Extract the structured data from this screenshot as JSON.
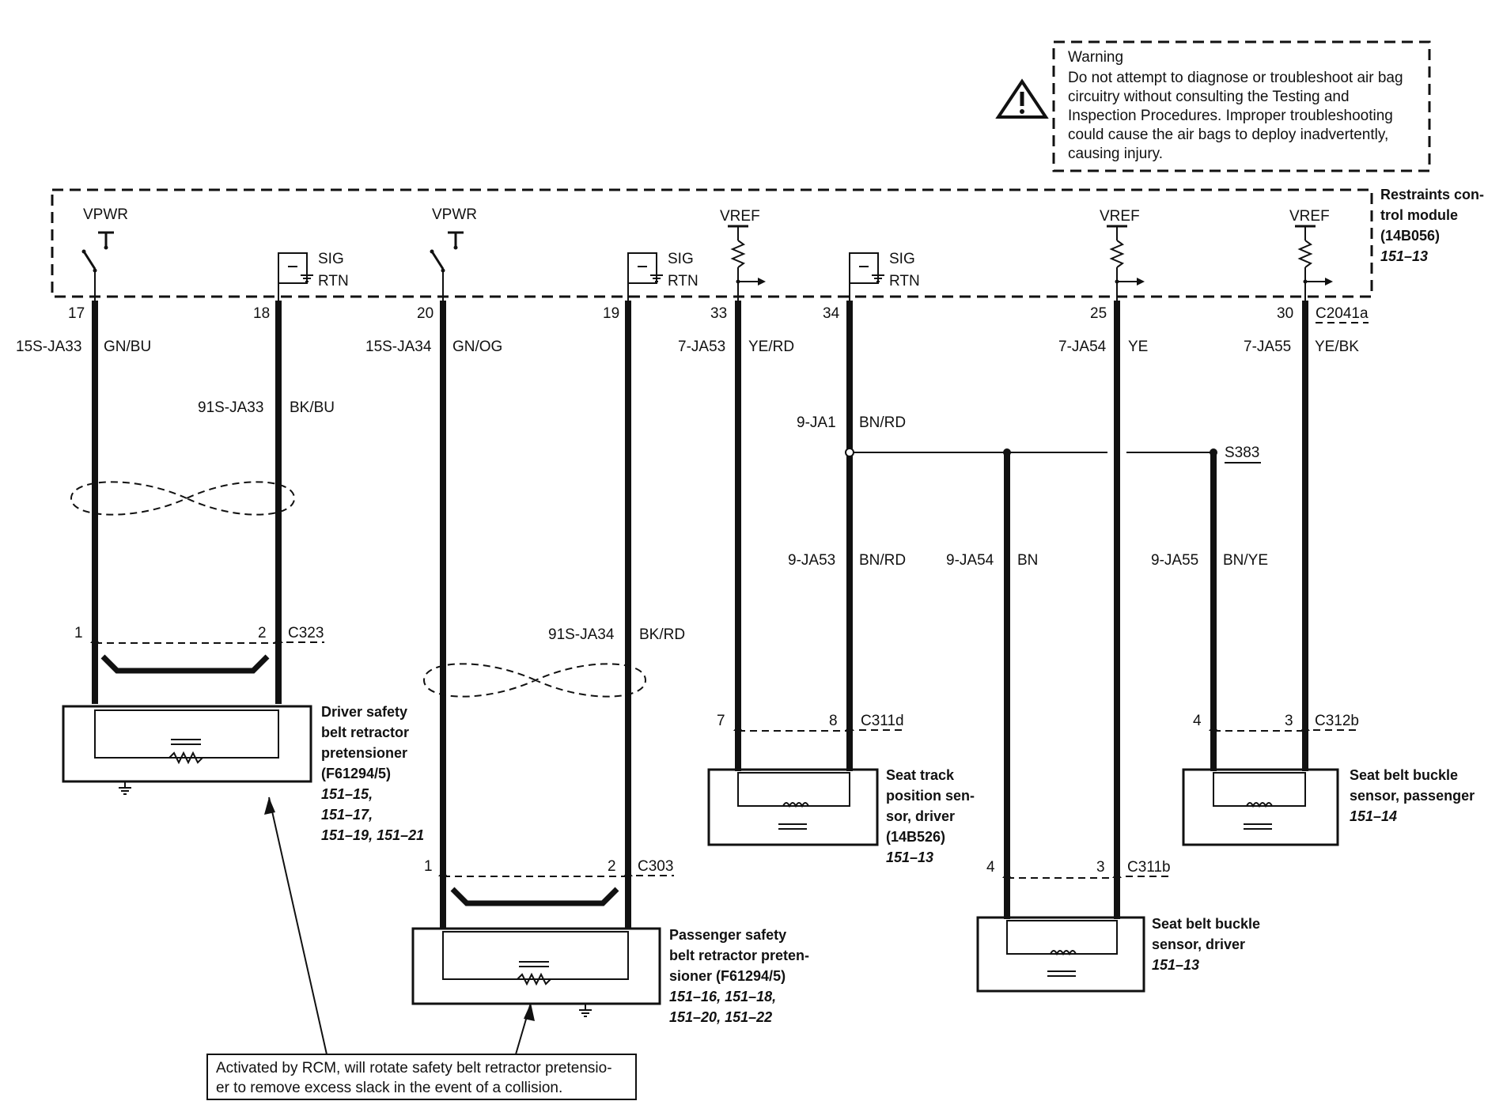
{
  "warning": {
    "title": "Warning",
    "lines": [
      "Do not attempt to diagnose or troubleshoot air bag",
      "circuitry without consulting the Testing and",
      "Inspection Procedures. Improper troubleshooting",
      "could cause the air bags to deploy inadvertently,",
      "causing injury."
    ]
  },
  "module": {
    "lines": [
      "Restraints con-",
      "trol module",
      "(14B056)"
    ],
    "ref": "151–13",
    "connector": "C2041a"
  },
  "labels": {
    "vpwr": "VPWR",
    "vref": "VREF",
    "sig": "SIG",
    "rtn": "RTN",
    "splice": "S383"
  },
  "pins": {
    "p17": "17",
    "p18": "18",
    "p20": "20",
    "p19": "19",
    "p33": "33",
    "p34": "34",
    "p25": "25",
    "p30": "30"
  },
  "circuits": {
    "c1": "15S-JA33",
    "c1_color": "GN/BU",
    "c2": "91S-JA33",
    "c2_color": "BK/BU",
    "c3": "15S-JA34",
    "c3_color": "GN/OG",
    "c4": "91S-JA34",
    "c4_color": "BK/RD",
    "c5": "7-JA53",
    "c5_color": "YE/RD",
    "c6": "9-JA1",
    "c6_color": "BN/RD",
    "c7": "9-JA53",
    "c7_color": "BN/RD",
    "c8": "9-JA54",
    "c8_color": "BN",
    "c9": "7-JA54",
    "c9_color": "YE",
    "c10": "9-JA55",
    "c10_color": "BN/YE",
    "c11": "7-JA55",
    "c11_color": "YE/BK"
  },
  "connectors": {
    "c323": {
      "name": "C323",
      "pin_a": "1",
      "pin_b": "2"
    },
    "c303": {
      "name": "C303",
      "pin_a": "1",
      "pin_b": "2"
    },
    "c311d": {
      "name": "C311d",
      "pin_a": "7",
      "pin_b": "8"
    },
    "c311b": {
      "name": "C311b",
      "pin_a": "4",
      "pin_b": "3"
    },
    "c312b": {
      "name": "C312b",
      "pin_a": "4",
      "pin_b": "3"
    }
  },
  "components": {
    "driver_pretensioner": {
      "lines": [
        "Driver safety",
        "belt retractor",
        "pretensioner",
        "(F61294/5)"
      ],
      "refs": [
        "151–15,",
        "151–17,",
        "151–19, 151–21"
      ]
    },
    "passenger_pretensioner": {
      "lines": [
        "Passenger safety",
        "belt retractor preten-",
        "sioner (F61294/5)"
      ],
      "refs": [
        "151–16, 151–18,",
        "151–20, 151–22"
      ]
    },
    "seat_track": {
      "lines": [
        "Seat track",
        "position sen-",
        "sor, driver",
        "(14B526)"
      ],
      "refs": [
        "151–13"
      ]
    },
    "buckle_driver": {
      "lines": [
        "Seat belt buckle",
        "sensor, driver"
      ],
      "refs": [
        "151–13"
      ]
    },
    "buckle_passenger": {
      "lines": [
        "Seat belt buckle",
        "sensor, passenger"
      ],
      "refs": [
        "151–14"
      ]
    }
  },
  "note": {
    "lines": [
      "Activated by RCM, will rotate safety belt retractor pretensio-",
      "er to remove excess slack in the event of a collision."
    ]
  }
}
